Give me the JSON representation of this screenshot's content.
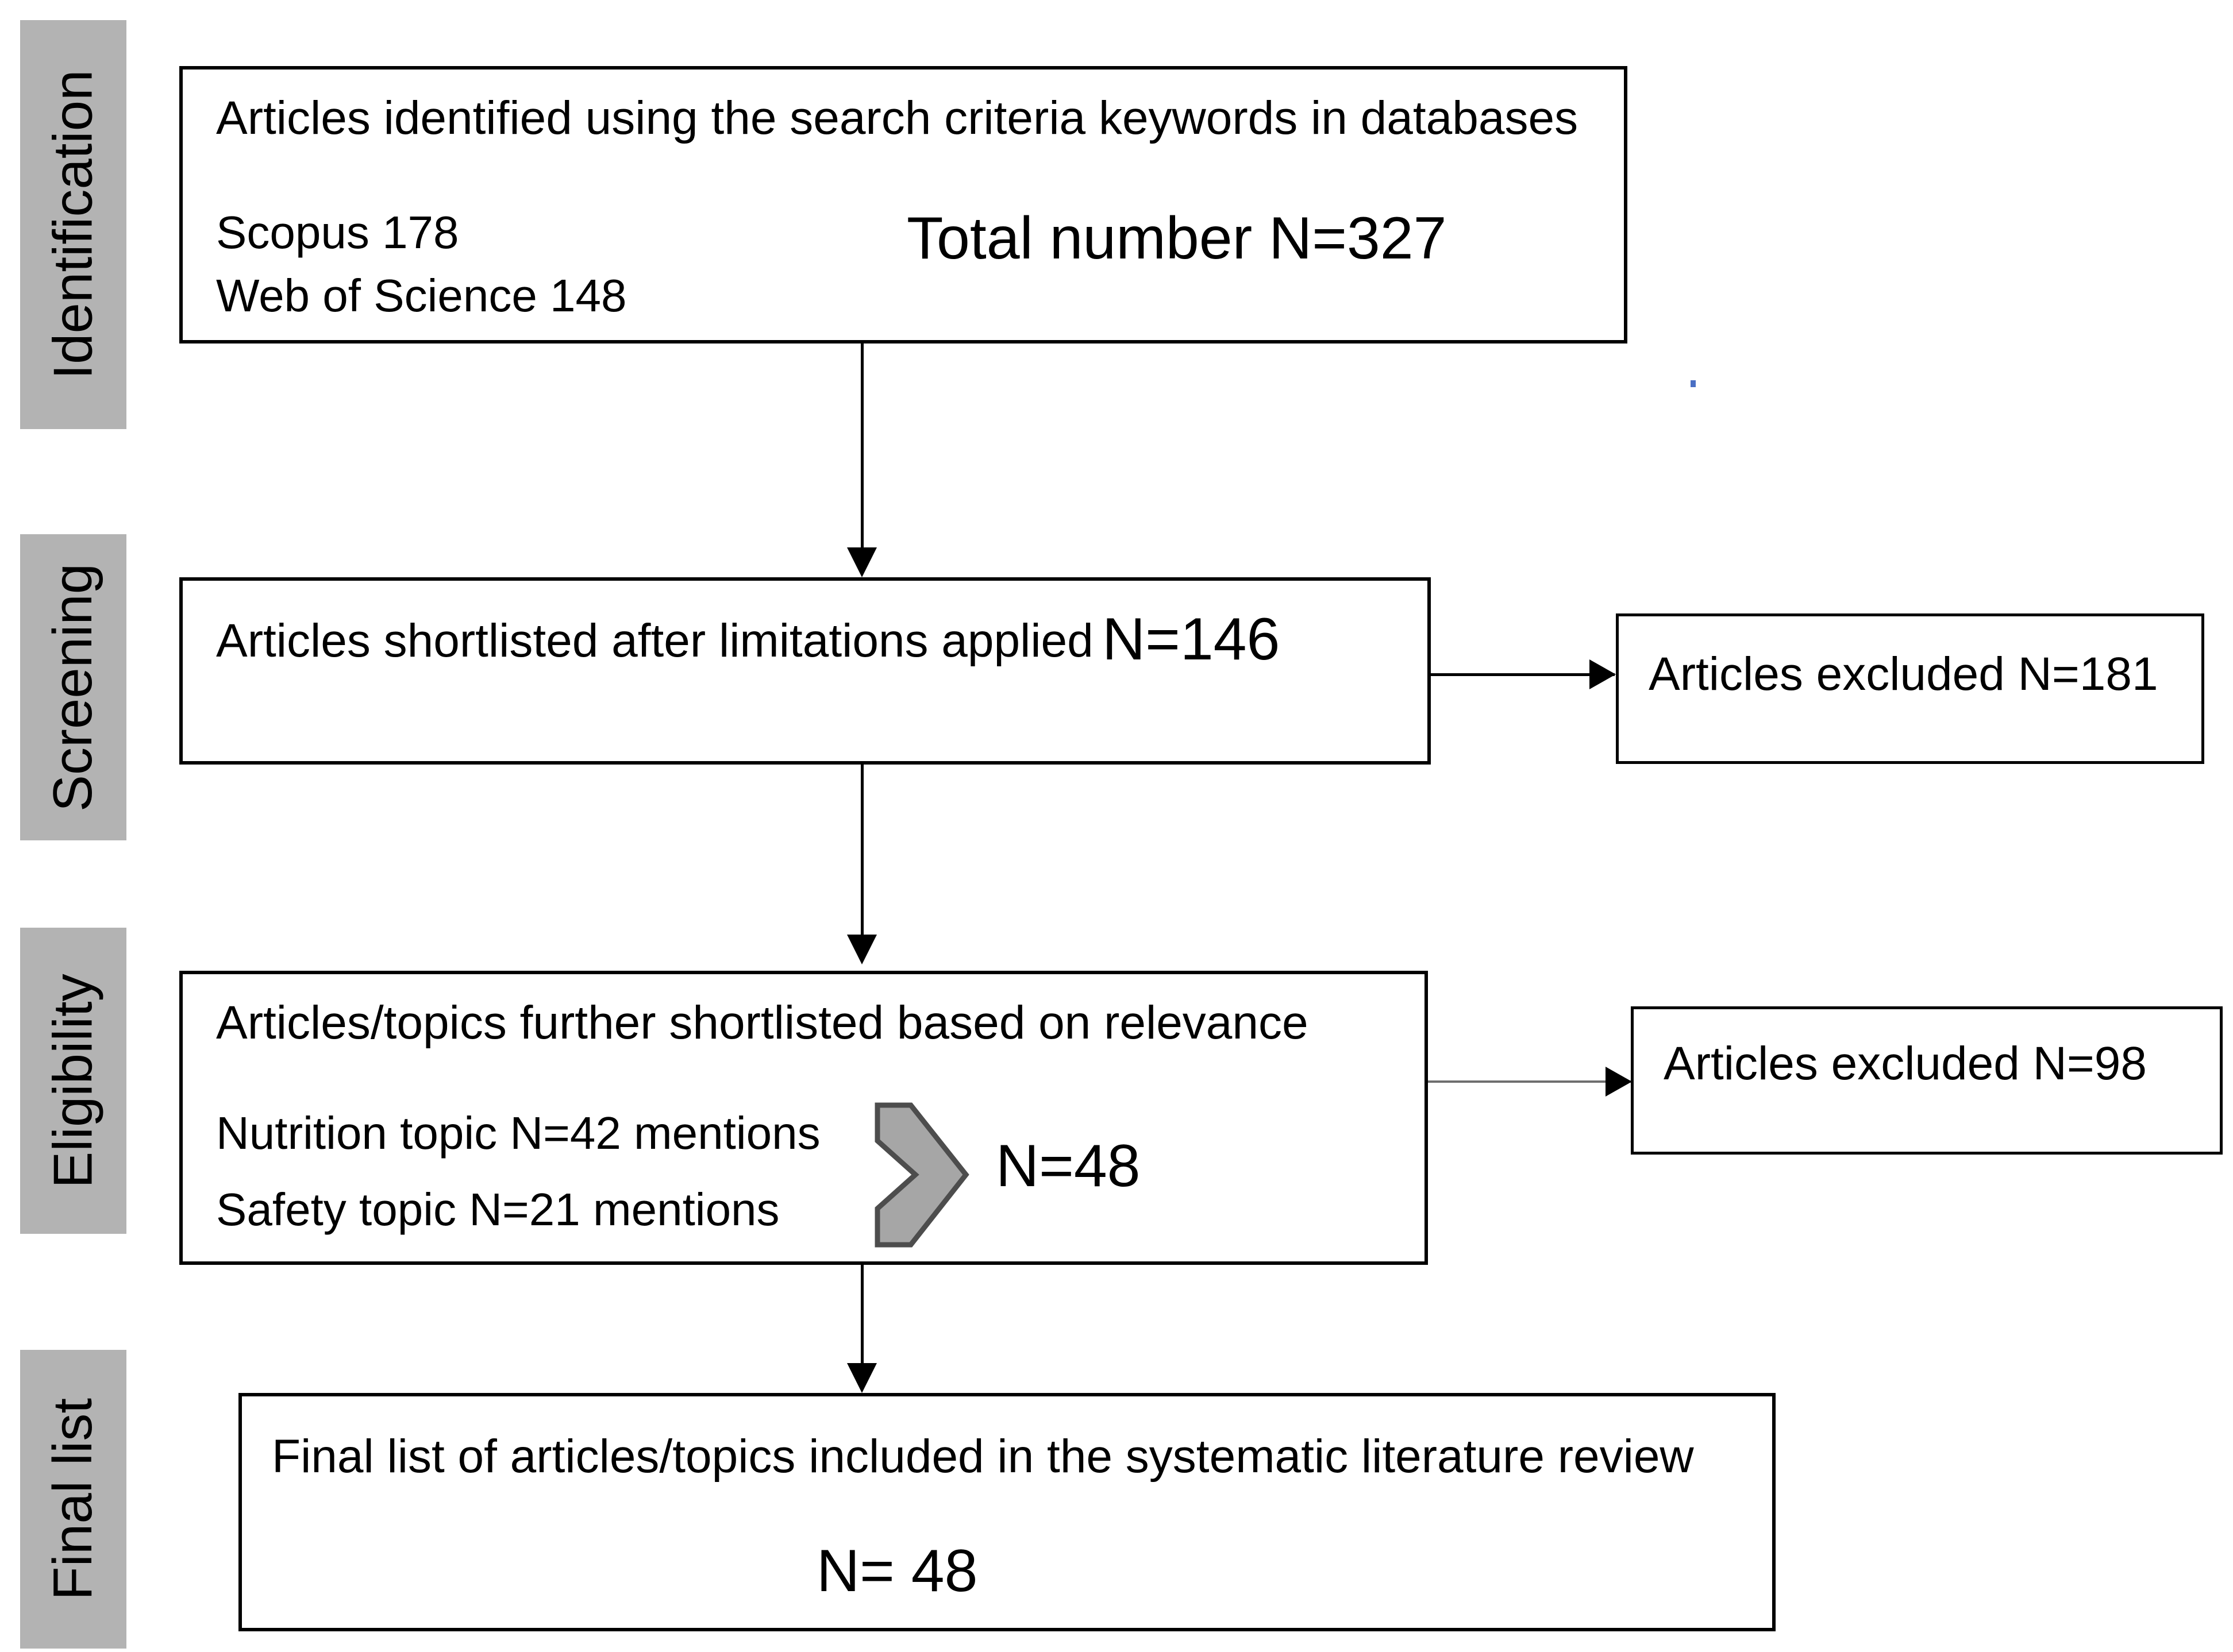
{
  "diagram": {
    "title": "PRISMA systematic literature review flow diagram",
    "accent_gray": "#b3b3b3",
    "line_color": "#000000",
    "chevron_fill": "#a6a6a6",
    "chevron_stroke": "#595959",
    "artifact_color": "#4a6fc4"
  },
  "phases": [
    {
      "id": "identification",
      "label": "Identification"
    },
    {
      "id": "screening",
      "label": "Screening"
    },
    {
      "id": "eligibility",
      "label": "Eligibility"
    },
    {
      "id": "final",
      "label": "Final list"
    }
  ],
  "boxes": {
    "identification": {
      "heading": "Articles identified using the search criteria keywords in databases",
      "source_1": "Scopus 178",
      "source_2": "Web of Science 148",
      "total": "Total number N=327"
    },
    "screening": {
      "heading": "Articles shortlisted after limitations applied",
      "count": "N=146"
    },
    "excluded_screening": {
      "text": "Articles excluded N=181"
    },
    "eligibility": {
      "heading": "Articles/topics further shortlisted based on relevance",
      "topic_1": "Nutrition topic N=42 mentions",
      "topic_2": "Safety topic N=21 mentions",
      "merged_count": "N=48"
    },
    "excluded_eligibility": {
      "text": "Articles excluded N=98"
    },
    "final": {
      "heading": "Final list of articles/topics included in the systematic literature review",
      "count": "N= 48"
    }
  },
  "icons": {
    "chevron": "chevron-right-icon",
    "arrow_down": "arrow-down-icon",
    "arrow_right": "arrow-right-icon"
  },
  "chart_data": {
    "type": "flowchart",
    "title": "PRISMA systematic literature review flow",
    "stages": [
      {
        "phase": "Identification",
        "label": "Articles identified using the search criteria keywords in databases",
        "sources": [
          {
            "name": "Scopus",
            "n": 178
          },
          {
            "name": "Web of Science",
            "n": 148
          }
        ],
        "total_n": 327
      },
      {
        "phase": "Screening",
        "label": "Articles shortlisted after limitations applied",
        "n": 146,
        "excluded": {
          "label": "Articles excluded",
          "n": 181
        }
      },
      {
        "phase": "Eligibility",
        "label": "Articles/topics further shortlisted based on relevance",
        "topics": [
          {
            "name": "Nutrition topic",
            "mentions": 42
          },
          {
            "name": "Safety topic",
            "mentions": 21
          }
        ],
        "n": 48,
        "excluded": {
          "label": "Articles excluded",
          "n": 98
        }
      },
      {
        "phase": "Final list",
        "label": "Final list of articles/topics included in the systematic literature review",
        "n": 48
      }
    ]
  }
}
